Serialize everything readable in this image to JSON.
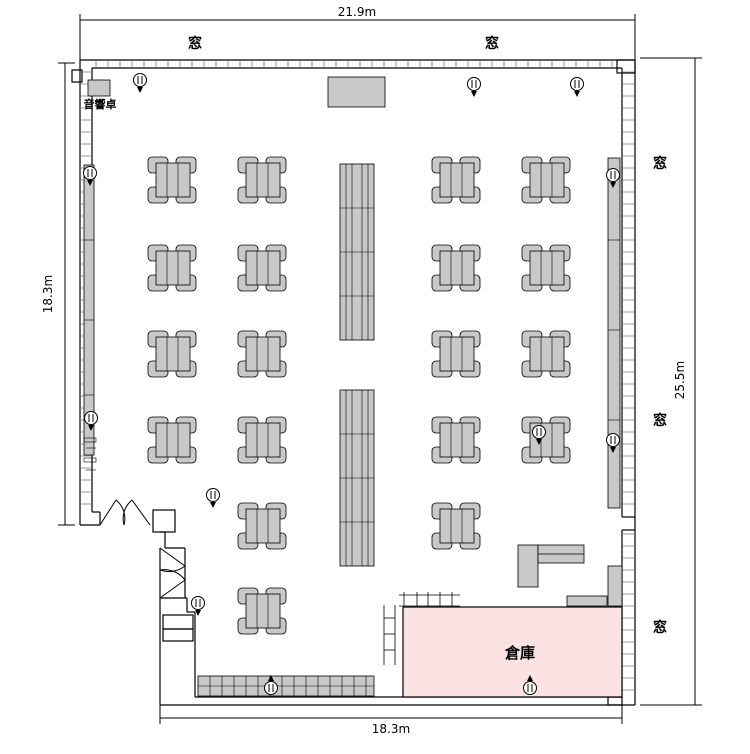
{
  "dimensions": {
    "top_width": "21.9m",
    "left_depth": "18.3m",
    "right_depth": "25.5m",
    "bottom_width": "18.3m"
  },
  "windows": {
    "top_left": "窓",
    "top_right": "窓",
    "right_top": "窓",
    "right_middle": "窓",
    "right_bottom": "窓"
  },
  "labels": {
    "sound_desk": "音響卓",
    "storage": "倉庫"
  },
  "colors": {
    "furniture": "#c8c8c8",
    "storage": "#fbe3e3",
    "line": "#000000"
  },
  "icons": [
    "outlet-icon"
  ]
}
